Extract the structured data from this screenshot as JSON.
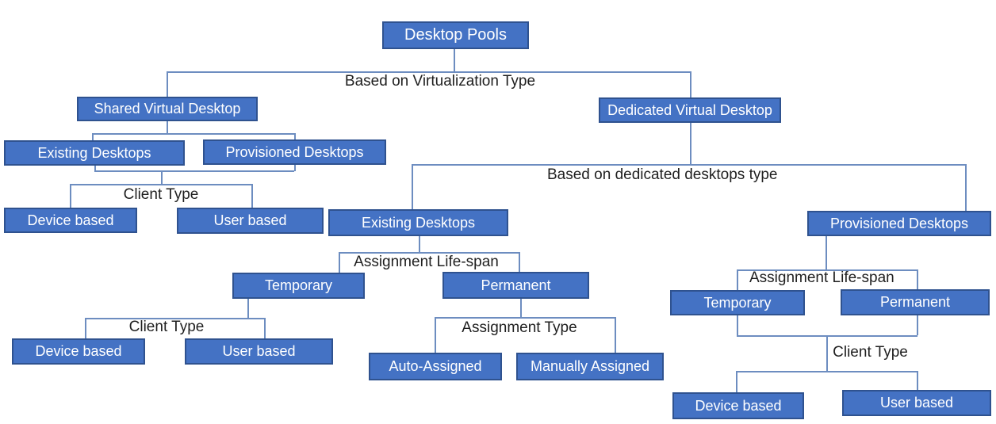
{
  "nodes": {
    "desktop_pools": "Desktop Pools",
    "shared_virtual_desktop": "Shared Virtual Desktop",
    "dedicated_virtual_desktop": "Dedicated Virtual Desktop",
    "existing_desktops_shared": "Existing Desktops",
    "provisioned_desktops_shared": "Provisioned Desktops",
    "device_based_shared": "Device based",
    "user_based_shared": "User based",
    "existing_desktops_dedicated": "Existing Desktops",
    "temporary_existing": "Temporary",
    "permanent_existing": "Permanent",
    "device_based_temporary": "Device based",
    "user_based_temporary": "User based",
    "auto_assigned": "Auto-Assigned",
    "manually_assigned": "Manually Assigned",
    "provisioned_desktops_dedicated": "Provisioned Desktops",
    "temporary_provisioned": "Temporary",
    "permanent_provisioned": "Permanent",
    "device_based_provisioned": "Device based",
    "user_based_provisioned": "User based"
  },
  "edge_labels": {
    "based_on_virtualization_type": "Based on Virtualization Type",
    "client_type_shared": "Client Type",
    "based_on_dedicated_desktops_type": "Based on dedicated desktops type",
    "assignment_life_span_existing": "Assignment Life-span",
    "client_type_temporary": "Client Type",
    "assignment_type": "Assignment Type",
    "assignment_life_span_provisioned": "Assignment Life-span",
    "client_type_provisioned": "Client Type"
  },
  "colors": {
    "node_fill": "#4472c4",
    "node_border": "#2f528f",
    "node_text": "#ffffff",
    "connector": "#6d8dc0",
    "label_text": "#1f1f1f",
    "background": "#ffffff"
  }
}
